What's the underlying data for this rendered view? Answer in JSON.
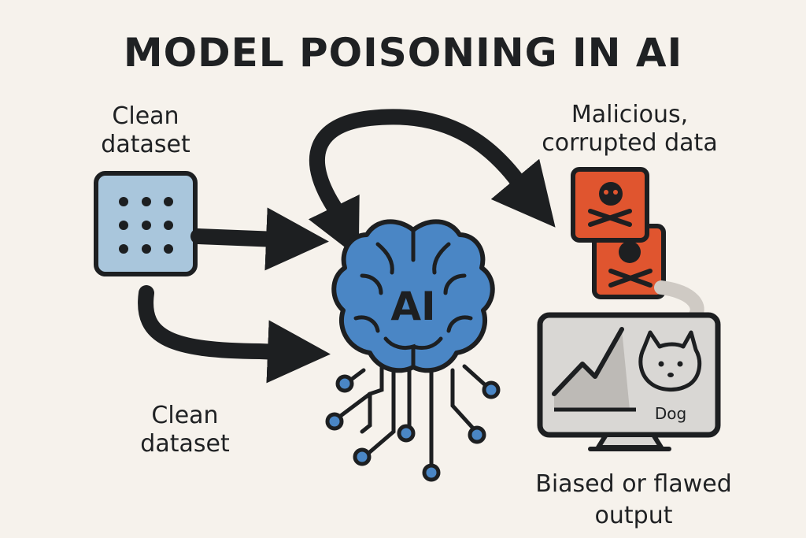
{
  "title": "MODEL POISONING IN AI",
  "clean_dataset_top": {
    "line1": "Clean",
    "line2": "dataset"
  },
  "clean_dataset_bottom": {
    "line1": "Clean",
    "line2": "dataset"
  },
  "malicious_data": {
    "line1": "Malicious,",
    "line2": "corrupted data"
  },
  "biased_output": {
    "line1": "Biased or flawed",
    "line2": "output"
  },
  "brain_label": "AI",
  "monitor_label": "Dog",
  "icons": {
    "dataset": "dataset-grid-icon",
    "poison": "skull-crossbones-icon",
    "brain": "brain-icon",
    "monitor": "monitor-icon",
    "cat": "cat-icon"
  },
  "colors": {
    "background": "#f6f2ec",
    "brain": "#4a86c5",
    "dataset_box": "#a9c6dc",
    "poison_box": "#e0552f",
    "outline": "#1d1f21"
  }
}
